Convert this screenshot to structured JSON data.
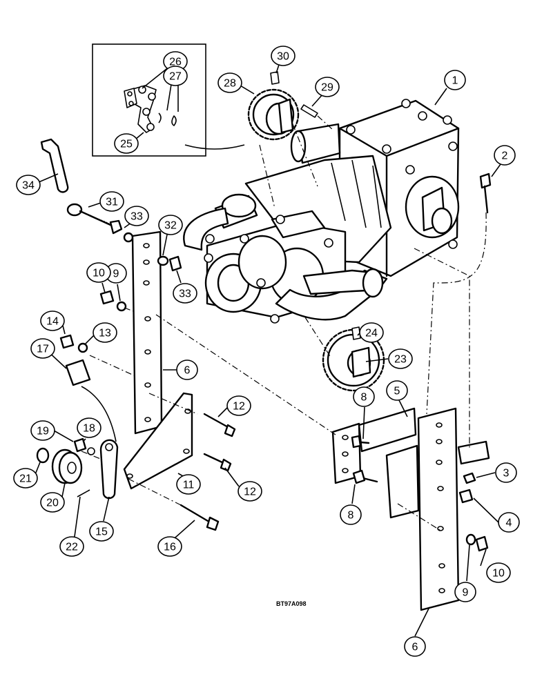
{
  "diagram": {
    "drawing_code": "BT97A098",
    "callouts": [
      {
        "id": "c1",
        "label": "1"
      },
      {
        "id": "c2",
        "label": "2"
      },
      {
        "id": "c3",
        "label": "3"
      },
      {
        "id": "c4",
        "label": "4"
      },
      {
        "id": "c5",
        "label": "5"
      },
      {
        "id": "c6a",
        "label": "6"
      },
      {
        "id": "c6b",
        "label": "6"
      },
      {
        "id": "c8a",
        "label": "8"
      },
      {
        "id": "c8b",
        "label": "8"
      },
      {
        "id": "c9a",
        "label": "9"
      },
      {
        "id": "c9b",
        "label": "9"
      },
      {
        "id": "c10a",
        "label": "10"
      },
      {
        "id": "c10b",
        "label": "10"
      },
      {
        "id": "c11",
        "label": "11"
      },
      {
        "id": "c12a",
        "label": "12"
      },
      {
        "id": "c12b",
        "label": "12"
      },
      {
        "id": "c13",
        "label": "13"
      },
      {
        "id": "c14",
        "label": "14"
      },
      {
        "id": "c15",
        "label": "15"
      },
      {
        "id": "c16",
        "label": "16"
      },
      {
        "id": "c17",
        "label": "17"
      },
      {
        "id": "c18",
        "label": "18"
      },
      {
        "id": "c19",
        "label": "19"
      },
      {
        "id": "c20",
        "label": "20"
      },
      {
        "id": "c21",
        "label": "21"
      },
      {
        "id": "c22",
        "label": "22"
      },
      {
        "id": "c23",
        "label": "23"
      },
      {
        "id": "c24",
        "label": "24"
      },
      {
        "id": "c25",
        "label": "25"
      },
      {
        "id": "c26",
        "label": "26"
      },
      {
        "id": "c27",
        "label": "27"
      },
      {
        "id": "c28",
        "label": "28"
      },
      {
        "id": "c29",
        "label": "29"
      },
      {
        "id": "c30",
        "label": "30"
      },
      {
        "id": "c31",
        "label": "31"
      },
      {
        "id": "c32",
        "label": "32"
      },
      {
        "id": "c33a",
        "label": "33"
      },
      {
        "id": "c33b",
        "label": "33"
      },
      {
        "id": "c34",
        "label": "34"
      }
    ]
  }
}
